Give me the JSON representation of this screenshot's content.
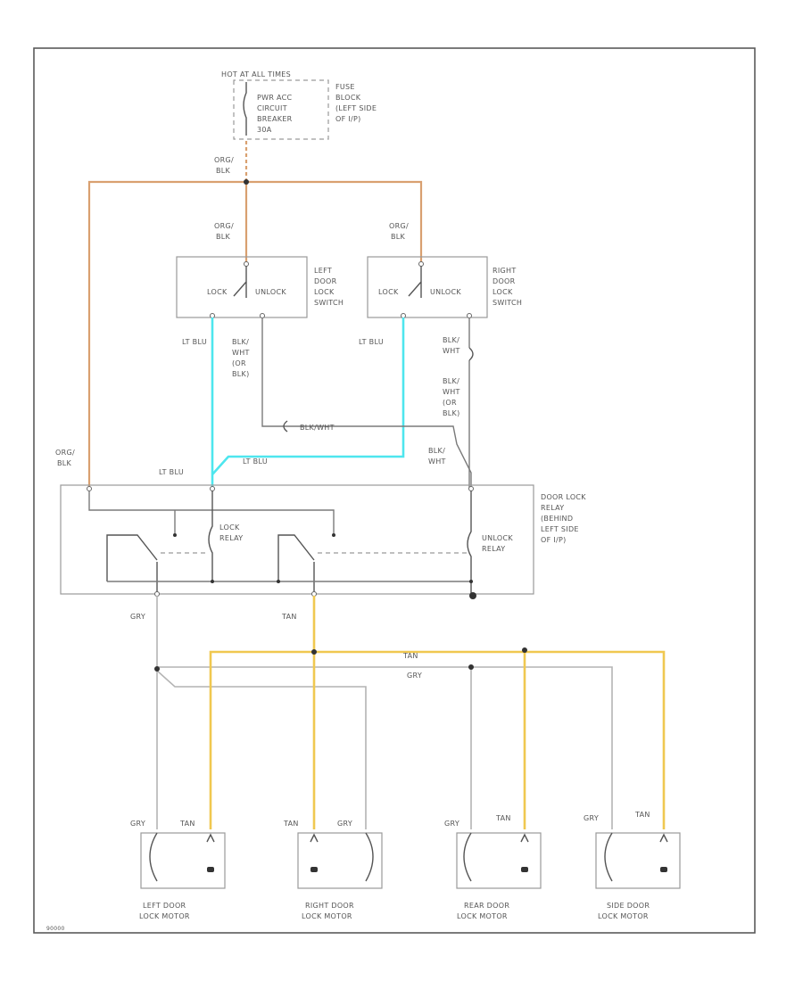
{
  "fuse_block": {
    "header": "HOT AT ALL TIMES",
    "breaker_lines": [
      "PWR ACC",
      "CIRCUIT",
      "BREAKER",
      "30A"
    ],
    "location_lines": [
      "FUSE",
      "BLOCK",
      "(LEFT SIDE",
      "OF I/P)"
    ]
  },
  "wire_labels": {
    "org_blk_lines": [
      "ORG/",
      "BLK"
    ],
    "lt_blu": "LT BLU",
    "blk_wht_lines": [
      "BLK/",
      "WHT"
    ],
    "blk_wht_or_blk_lines": [
      "BLK/",
      "WHT",
      "(OR",
      "BLK)"
    ],
    "blk_wht_inline": "BLK/WHT",
    "gry": "GRY",
    "tan": "TAN"
  },
  "left_switch": {
    "lock": "LOCK",
    "unlock": "UNLOCK",
    "name_lines": [
      "LEFT",
      "DOOR",
      "LOCK",
      "SWITCH"
    ]
  },
  "right_switch": {
    "lock": "LOCK",
    "unlock": "UNLOCK",
    "name_lines": [
      "RIGHT",
      "DOOR",
      "LOCK",
      "SWITCH"
    ]
  },
  "relay": {
    "lock_relay_lines": [
      "LOCK",
      "RELAY"
    ],
    "unlock_relay_lines": [
      "UNLOCK",
      "RELAY"
    ],
    "location_lines": [
      "DOOR LOCK",
      "RELAY",
      "(BEHIND",
      "LEFT SIDE",
      "OF I/P)"
    ]
  },
  "motors": [
    {
      "name_lines": [
        "LEFT DOOR",
        "LOCK MOTOR"
      ],
      "left_pin": "GRY",
      "right_pin": "TAN"
    },
    {
      "name_lines": [
        "RIGHT DOOR",
        "LOCK MOTOR"
      ],
      "left_pin": "TAN",
      "right_pin": "GRY"
    },
    {
      "name_lines": [
        "REAR DOOR",
        "LOCK MOTOR"
      ],
      "left_pin": "GRY",
      "right_pin": "TAN"
    },
    {
      "name_lines": [
        "SIDE DOOR",
        "LOCK MOTOR"
      ],
      "left_pin": "GRY",
      "right_pin": "TAN"
    }
  ],
  "footer_code": "90000",
  "colors": {
    "org_blk": "#d9a070",
    "lt_blu": "#4ee6ee",
    "tan": "#f0c850",
    "gry": "#b4b4b4",
    "frame": "#5a5a5a"
  }
}
